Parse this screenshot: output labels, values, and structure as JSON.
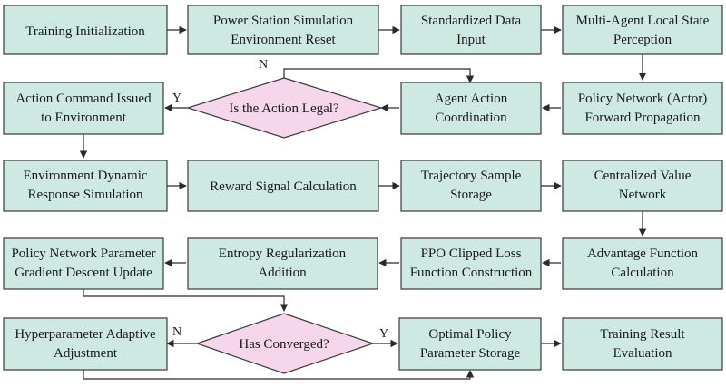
{
  "nodes": {
    "n1": [
      "Training Initialization"
    ],
    "n2": [
      "Power Station Simulation",
      "Environment Reset"
    ],
    "n3": [
      "Standardized Data",
      "Input"
    ],
    "n4": [
      "Multi-Agent Local State",
      "Perception"
    ],
    "n5": [
      "Policy Network (Actor)",
      "Forward Propagation"
    ],
    "n6": [
      "Agent Action",
      "Coordination"
    ],
    "n7": [
      "Action Command Issued",
      "to Environment"
    ],
    "n8": [
      "Environment Dynamic",
      "Response Simulation"
    ],
    "n9": [
      "Reward Signal Calculation"
    ],
    "n10": [
      "Trajectory Sample",
      "Storage"
    ],
    "n11": [
      "Centralized Value",
      "Network"
    ],
    "n12": [
      "Advantage Function",
      "Calculation"
    ],
    "n13": [
      "PPO Clipped Loss",
      "Function Construction"
    ],
    "n14": [
      "Entropy Regularization",
      "Addition"
    ],
    "n15": [
      "Policy Network Parameter",
      "Gradient Descent Update"
    ],
    "n16": [
      "Hyperparameter Adaptive",
      "Adjustment"
    ],
    "n17": [
      "Optimal Policy",
      "Parameter Storage"
    ],
    "n18": [
      "Training Result",
      "Evaluation"
    ]
  },
  "decisions": {
    "d1": "Is the Action Legal?",
    "d2": "Has Converged?"
  },
  "edge_labels": {
    "d1_yes": "Y",
    "d1_no": "N",
    "d2_yes": "Y",
    "d2_no": "N"
  },
  "colors": {
    "process_fill": "#cde9e1",
    "decision_fill": "#f5d6ea",
    "stroke": "#3a3a3a"
  }
}
